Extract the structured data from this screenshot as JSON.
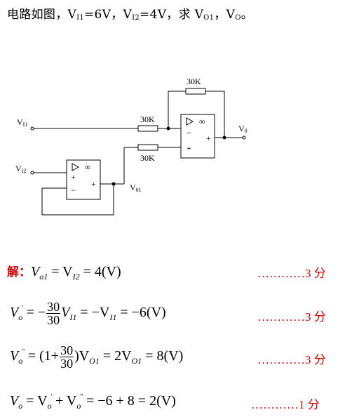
{
  "problem": {
    "text_pre": "电路如图，V",
    "vi1_sub": "I1",
    "mid1": "=6V，V",
    "vi2_sub": "I2",
    "mid2": "=4V，求 V",
    "vo1_sub": "O1",
    "mid3": "，V",
    "vo_sub": "O",
    "end": "。"
  },
  "circuit": {
    "labels": {
      "r_feedback": "30K",
      "r_input1": "30K",
      "r_input2": "30K",
      "vi1": "V",
      "vi1_sub": "I1",
      "vi2": "V",
      "vi2_sub": "I2",
      "vo": "V",
      "vo_sub": "0",
      "vo1": "V",
      "vo1_sub": "01",
      "infinity": "∞",
      "minus": "−",
      "plus": "+"
    }
  },
  "solution": {
    "jie_label": "解：",
    "line1": {
      "lhs": "V",
      "lhs_sub": "o1",
      "eq": " = V",
      "eq_sub": "I2",
      "rest": " = 4(V)",
      "score": "…………3 分"
    },
    "line2": {
      "lhs": "V",
      "lhs_sub": "o",
      "lhs_sup": "'",
      "eq": " = −",
      "num": "30",
      "den": "30",
      "v1": "V",
      "v1_sub": "I1",
      "rest1": " = −V",
      "rest1_sub": "I1",
      "rest2": " = −6(V)",
      "score": "…………3 分"
    },
    "line3": {
      "lhs": "V",
      "lhs_sub": "o",
      "lhs_sup": "\"",
      "eq": " = (1+",
      "num": "30",
      "den": "30",
      "close": ")V",
      "close_sub": "O1",
      "rest1": " = 2V",
      "rest1_sub": "O1",
      "rest2": " = 8(V)",
      "score": "…………3 分"
    },
    "line4": {
      "lhs": "V",
      "lhs_sub": "o",
      "eq": " = V",
      "eq_sub": "o",
      "eq_sup": "'",
      "plus": " + V",
      "plus_sub": "o",
      "plus_sup": "\"",
      "rest": " = −6 + 8 = 2(V)",
      "score": "…………1 分"
    }
  }
}
